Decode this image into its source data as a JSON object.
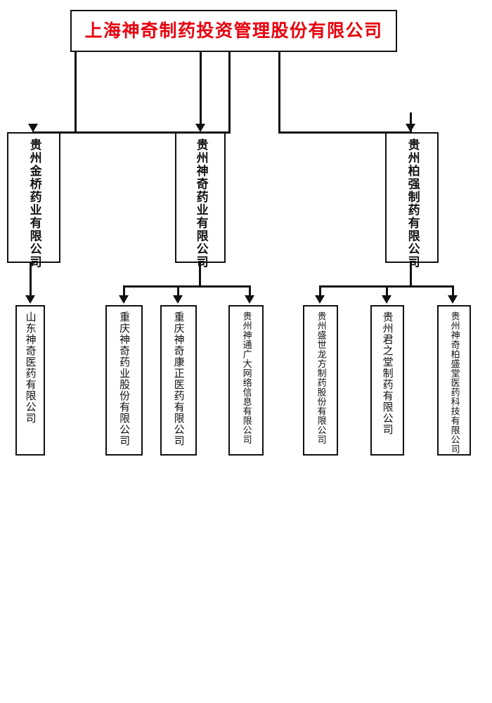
{
  "diagram": {
    "type": "organizational-chart",
    "orientation": "top-down",
    "text_direction": "vertical",
    "colors": {
      "root_text": "#e8000d",
      "node_text": "#111111",
      "node_border": "#111111",
      "background": "#ffffff",
      "connector": "#111111"
    },
    "root": {
      "name": "上海神奇制药投资管理股份有限公司",
      "level": 1
    },
    "level2": [
      {
        "name": "贵州金桥药业有限公司"
      },
      {
        "name": "贵州神奇药业有限公司"
      },
      {
        "name": "贵州柏强制药有限公司"
      }
    ],
    "level3": {
      "under_jinqiao": [
        {
          "name": "山东神奇医药有限公司"
        }
      ],
      "under_shenqi": [
        {
          "name": "重庆神奇药业股份有限公司"
        },
        {
          "name": "重庆神奇康正医药有限公司"
        },
        {
          "name": "贵州神通广大网络信息有限公司"
        }
      ],
      "under_baiqiang": [
        {
          "name": "贵州盛世龙方制药股份有限公司"
        },
        {
          "name": "贵州君之堂制药有限公司"
        },
        {
          "name": "贵州神奇柏盛堂医药科技有限公司"
        }
      ]
    }
  }
}
